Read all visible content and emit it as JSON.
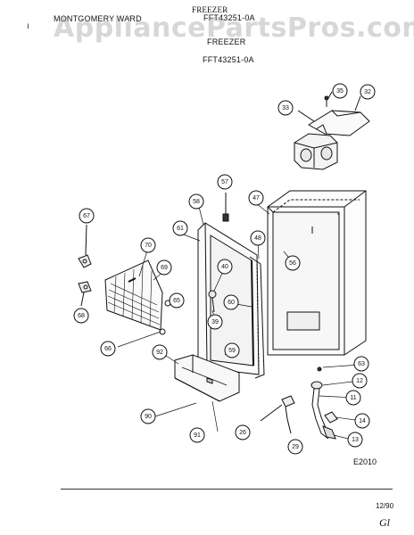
{
  "header": {
    "title": "FREEZER",
    "brand": "MONTGOMERY WARD",
    "model_top": "FFT43251-0A",
    "section": "FREEZER",
    "model": "FFT43251-0A"
  },
  "watermark": "AppliancePartsPros.com",
  "figure_code": "E2010",
  "footer": {
    "date": "12/90",
    "handwritten": "Gl"
  },
  "callouts": [
    "35",
    "32",
    "33",
    "57",
    "47",
    "58",
    "67",
    "61",
    "70",
    "48",
    "56",
    "69",
    "40",
    "65",
    "60",
    "68",
    "39",
    "66",
    "92",
    "59",
    "63",
    "12",
    "11",
    "90",
    "26",
    "14",
    "91",
    "29",
    "13"
  ],
  "colors": {
    "ink": "#111111",
    "watermark": "#969696",
    "paper": "#ffffff"
  }
}
